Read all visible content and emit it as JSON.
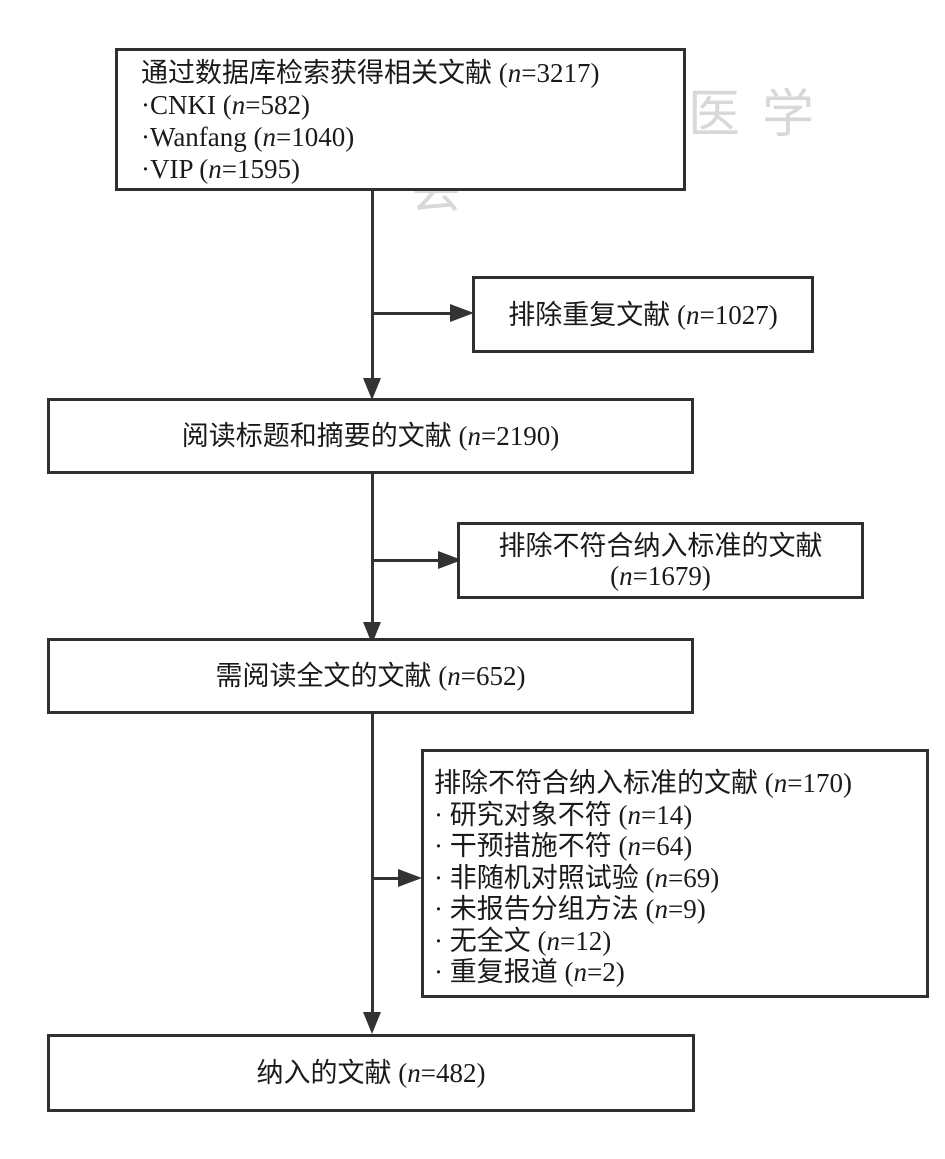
{
  "watermark": {
    "text": "中华医学会"
  },
  "boxes": {
    "search": {
      "title": "通过数据库检索获得相关文献",
      "n": "3217",
      "items": [
        {
          "label": "·CNKI",
          "n": "582"
        },
        {
          "label": "·Wanfang",
          "n": "1040"
        },
        {
          "label": "·VIP",
          "n": "1595"
        }
      ]
    },
    "duplicates": {
      "title": "排除重复文献",
      "n": "1027"
    },
    "screen": {
      "title": "阅读标题和摘要的文献",
      "n": "2190"
    },
    "excluded_screen": {
      "title": "排除不符合纳入标准的文献",
      "n": "1679"
    },
    "fulltext": {
      "title": "需阅读全文的文献",
      "n": "652"
    },
    "excluded_full": {
      "title": "排除不符合纳入标准的文献",
      "n": "170",
      "items": [
        {
          "label": "· 研究对象不符",
          "n": "14"
        },
        {
          "label": "· 干预措施不符",
          "n": "64"
        },
        {
          "label": "· 非随机对照试验",
          "n": "69"
        },
        {
          "label": "· 未报告分组方法",
          "n": "9"
        },
        {
          "label": "· 无全文",
          "n": "12"
        },
        {
          "label": "· 重复报道",
          "n": "2"
        }
      ]
    },
    "included": {
      "title": "纳入的文献",
      "n": "482"
    }
  },
  "n_prefix": "n",
  "eq": "="
}
